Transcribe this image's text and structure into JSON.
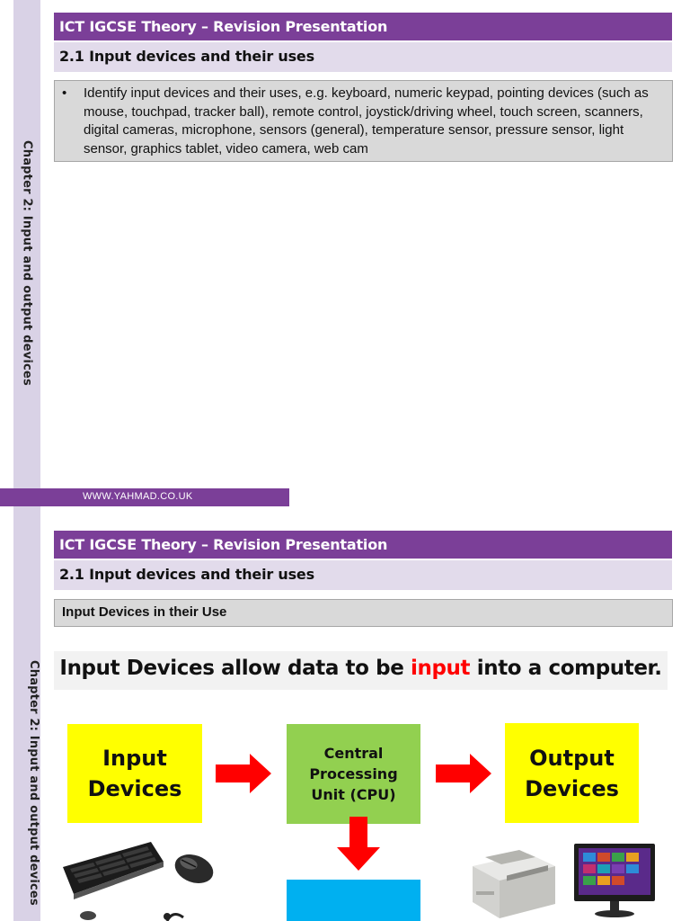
{
  "slides": [
    {
      "side_label": "Chapter 2: Input and output devices",
      "title": "ICT IGCSE Theory – Revision Presentation",
      "subtitle": "2.1 Input devices and their uses",
      "objective_bullet": "•",
      "objective_text": "Identify input devices and their uses, e.g. keyboard, numeric keypad, pointing devices (such as mouse, touchpad, tracker ball), remote control, joystick/driving wheel, touch screen, scanners, digital cameras, microphone, sensors (general), temperature sensor, pressure sensor, light sensor, graphics tablet, video camera, web cam",
      "footer": "WWW.YAHMAD.CO.UK"
    },
    {
      "side_label": "Chapter 2: Input and output devices",
      "title": "ICT IGCSE Theory – Revision Presentation",
      "subtitle": "2.1 Input devices and their uses",
      "section_heading": "Input Devices in their Use",
      "headline": {
        "before": "Input Devices allow data to be ",
        "accent": "input",
        "after": " into a computer."
      },
      "diagram": {
        "input_box": "Input Devices",
        "cpu_box": "Central Processing Unit (CPU)",
        "output_box": "Output Devices"
      }
    }
  ],
  "colors": {
    "title_bar": "#7b3f98",
    "subtitle_bar": "#e2dbeb",
    "side_strip": "#d9d2e6",
    "accent_text": "#ff0000",
    "input_output_box": "#ffff00",
    "cpu_box": "#92d050",
    "storage_box": "#00b0f0",
    "arrow": "#ff0000"
  },
  "icons": [
    "arrow-right-icon",
    "arrow-down-icon",
    "keyboard-icon",
    "mouse-icon",
    "microphone-icon",
    "printer-icon",
    "monitor-icon"
  ]
}
